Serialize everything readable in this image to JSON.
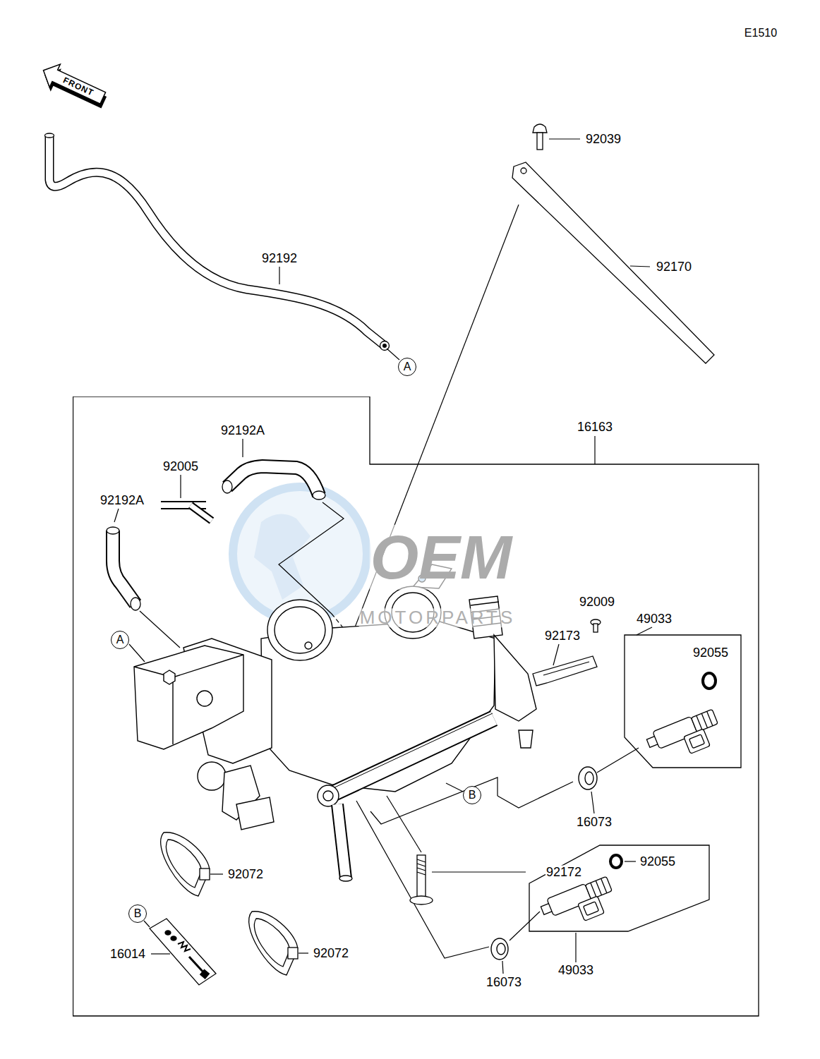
{
  "diagram": {
    "nodes": [
      {
        "text": [
          "A"
        ]
      },
      {
        "text": [
          "16163"
        ]
      },
      {
        "text": [
          "A"
        ],
        "in": 1
      },
      {
        "text": [
          "B"
        ],
        "in": 1
      },
      {
        "text": [
          "B"
        ],
        "in": 1
      }
    ],
    "labels": [
      "E1510",
      "FRONT",
      "92039",
      "92192",
      "92170",
      "92192A",
      "92005",
      "92192A",
      "OEM",
      "92009",
      "MOTORPARTS",
      "49033",
      "92173",
      "92055",
      "16073",
      "92055",
      "92172",
      "92072",
      "16014",
      "92072",
      "49033",
      "16073"
    ]
  }
}
